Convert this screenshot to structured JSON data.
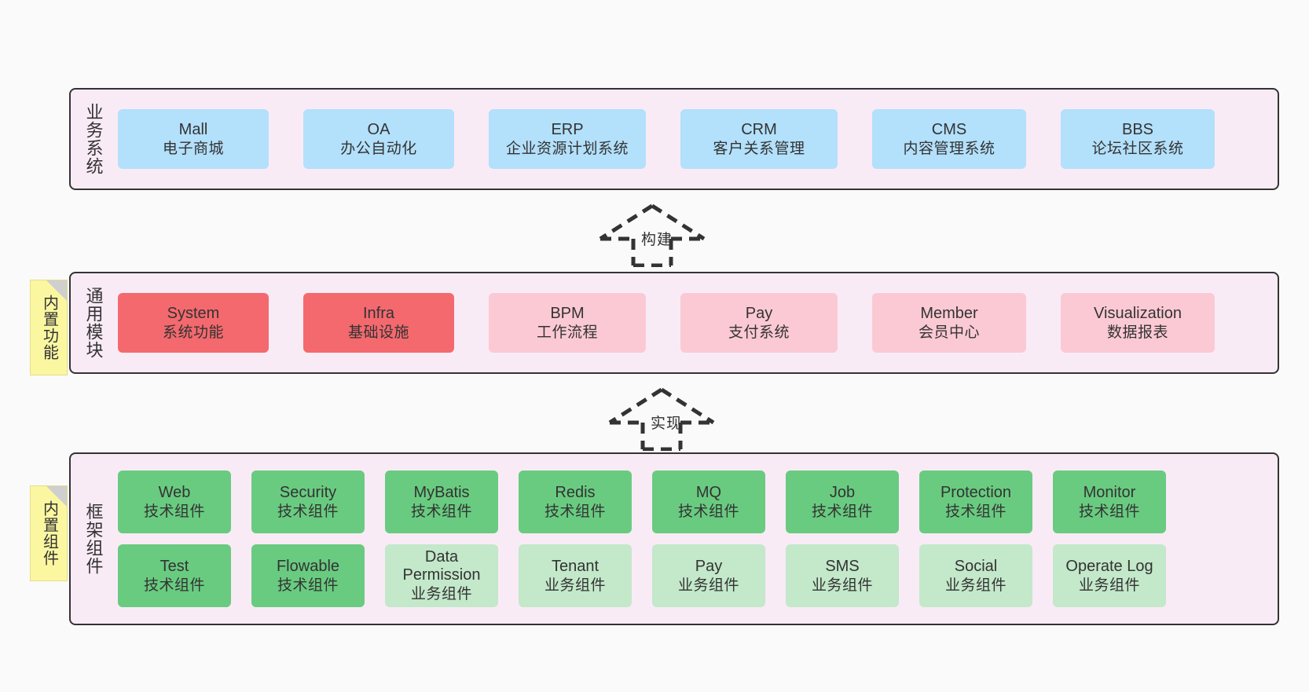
{
  "diagram": {
    "background": "#fafafa",
    "layers": [
      {
        "id": "business-systems",
        "title": "业务系统",
        "rows": [
          {
            "cards": [
              {
                "en": "Mall",
                "cn": "电子商城",
                "color": "#b3e0fb"
              },
              {
                "en": "OA",
                "cn": "办公自动化",
                "color": "#b3e0fb"
              },
              {
                "en": "ERP",
                "cn": "企业资源计划系统",
                "color": "#b3e0fb"
              },
              {
                "en": "CRM",
                "cn": "客户关系管理",
                "color": "#b3e0fb"
              },
              {
                "en": "CMS",
                "cn": "内容管理系统",
                "color": "#b3e0fb"
              },
              {
                "en": "BBS",
                "cn": "论坛社区系统",
                "color": "#b3e0fb"
              }
            ]
          }
        ]
      },
      {
        "id": "common-modules",
        "title": "通用模块",
        "tag": "内置功能",
        "rows": [
          {
            "cards": [
              {
                "en": "System",
                "cn": "系统功能",
                "color": "#f4696e"
              },
              {
                "en": "Infra",
                "cn": "基础设施",
                "color": "#f4696e"
              },
              {
                "en": "BPM",
                "cn": "工作流程",
                "color": "#fbc9d4"
              },
              {
                "en": "Pay",
                "cn": "支付系统",
                "color": "#fbc9d4"
              },
              {
                "en": "Member",
                "cn": "会员中心",
                "color": "#fbc9d4"
              },
              {
                "en": "Visualization",
                "cn": "数据报表",
                "color": "#fbc9d4"
              }
            ]
          }
        ]
      },
      {
        "id": "framework-components",
        "title": "框架组件",
        "tag": "内置组件",
        "rows": [
          {
            "cards": [
              {
                "en": "Web",
                "cn": "技术组件",
                "color": "#69cb80"
              },
              {
                "en": "Security",
                "cn": "技术组件",
                "color": "#69cb80"
              },
              {
                "en": "MyBatis",
                "cn": "技术组件",
                "color": "#69cb80"
              },
              {
                "en": "Redis",
                "cn": "技术组件",
                "color": "#69cb80"
              },
              {
                "en": "MQ",
                "cn": "技术组件",
                "color": "#69cb80"
              },
              {
                "en": "Job",
                "cn": "技术组件",
                "color": "#69cb80"
              },
              {
                "en": "Protection",
                "cn": "技术组件",
                "color": "#69cb80"
              },
              {
                "en": "Monitor",
                "cn": "技术组件",
                "color": "#69cb80"
              }
            ]
          },
          {
            "cards": [
              {
                "en": "Test",
                "cn": "技术组件",
                "color": "#69cb80"
              },
              {
                "en": "Flowable",
                "cn": "技术组件",
                "color": "#69cb80"
              },
              {
                "en": "Data Permission",
                "cn": "业务组件",
                "color": "#c3e8ca"
              },
              {
                "en": "Tenant",
                "cn": "业务组件",
                "color": "#c3e8ca"
              },
              {
                "en": "Pay",
                "cn": "业务组件",
                "color": "#c3e8ca"
              },
              {
                "en": "SMS",
                "cn": "业务组件",
                "color": "#c3e8ca"
              },
              {
                "en": "Social",
                "cn": "业务组件",
                "color": "#c3e8ca"
              },
              {
                "en": "Operate Log",
                "cn": "业务组件",
                "color": "#c3e8ca"
              }
            ]
          }
        ]
      }
    ],
    "connectors": [
      {
        "id": "build",
        "label": "构建",
        "from": "common-modules",
        "to": "business-systems",
        "style": "dashed-open-arrow-up"
      },
      {
        "id": "implement",
        "label": "实现",
        "from": "framework-components",
        "to": "common-modules",
        "style": "dashed-open-arrow-up"
      }
    ]
  }
}
